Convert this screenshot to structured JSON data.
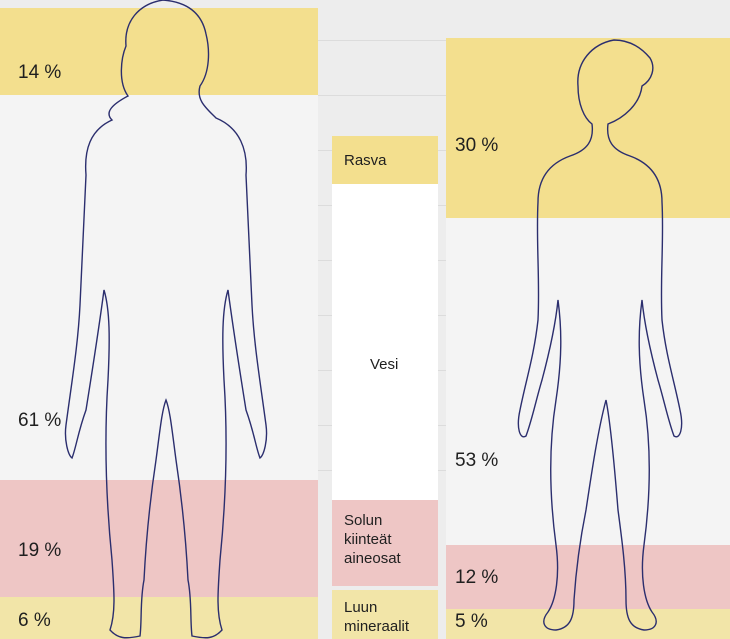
{
  "colors": {
    "fat": "#f3df8e",
    "water": "#ffffff",
    "solids": "#eec6c5",
    "minerals": "#f2e5a8",
    "outline": "#2b2e6e"
  },
  "left_figure": {
    "fat": "14 %",
    "water": "61 %",
    "solids": "19 %",
    "minerals": "6 %"
  },
  "right_figure": {
    "fat": "30 %",
    "water": "53 %",
    "solids": "12 %",
    "minerals": "5 %"
  },
  "legend": {
    "fat": "Rasva",
    "water": "Vesi",
    "solids_line1": "Solun",
    "solids_line2": "kiinteät",
    "solids_line3": "aineosat",
    "minerals_line1": "Luun",
    "minerals_line2": "mineraalit"
  }
}
